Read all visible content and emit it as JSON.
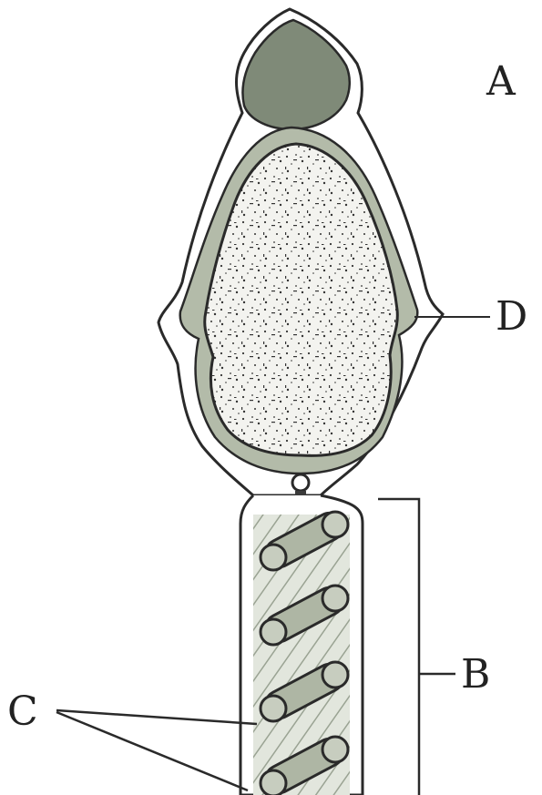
{
  "labels": {
    "a": "A",
    "b": "B",
    "c": "C",
    "d": "D"
  },
  "colors": {
    "outline": "#2a2a2a",
    "acrosome_fill": "#7f8a78",
    "membrane_fill": "#b3bba9",
    "nucleus_fill": "#f2f2ee",
    "midpiece_fill": "#cfd6c8",
    "mitochondria_fill": "#aeb6a4"
  }
}
